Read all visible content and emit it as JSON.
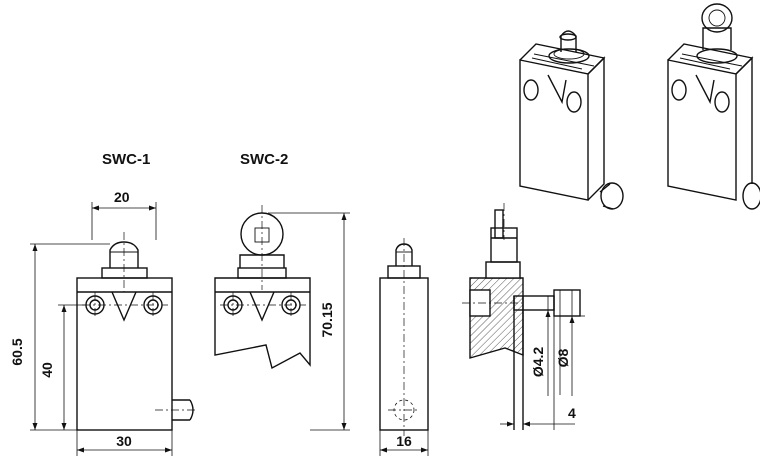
{
  "models": {
    "swc1": "SWC-1",
    "swc2": "SWC-2"
  },
  "dimensions": {
    "width_top": "20",
    "height_total": "60.5",
    "height_lower": "40",
    "width_bottom": "30",
    "height_swc2": "70.15",
    "depth": "16",
    "dia_inner": "Ø4.2",
    "dia_outer": "Ø8",
    "offset": "4"
  }
}
